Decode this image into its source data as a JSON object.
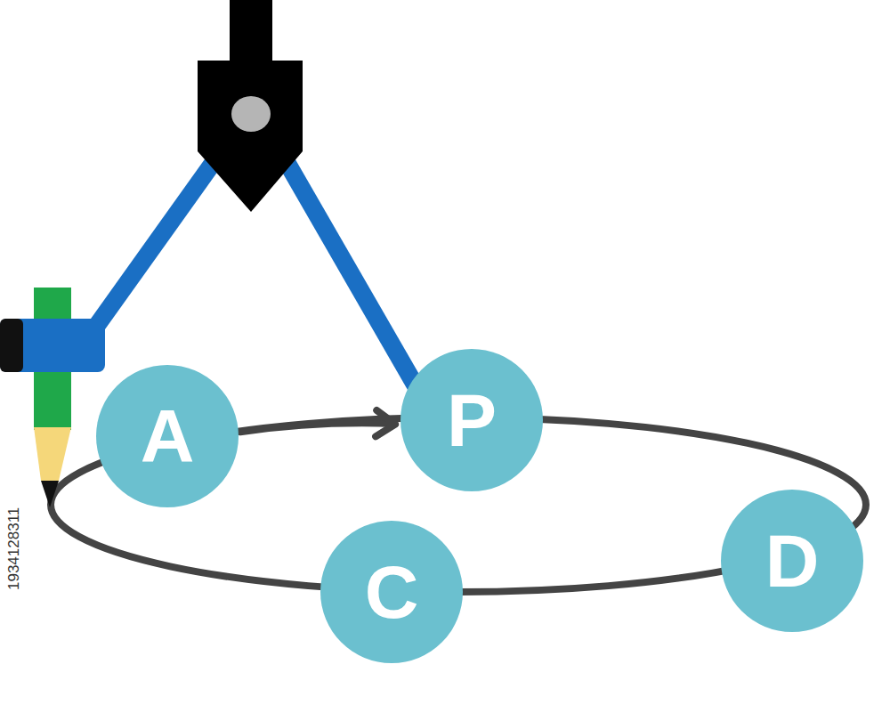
{
  "diagram": {
    "nodes": [
      {
        "text": [
          "A"
        ]
      },
      {
        "text": [
          "P"
        ]
      },
      {
        "text": [
          "C"
        ]
      },
      {
        "text": [
          "D"
        ]
      }
    ],
    "edges": [
      {
        "from": 0,
        "to": 1,
        "arrow": "to"
      }
    ],
    "labels": [
      "1934128311"
    ]
  }
}
